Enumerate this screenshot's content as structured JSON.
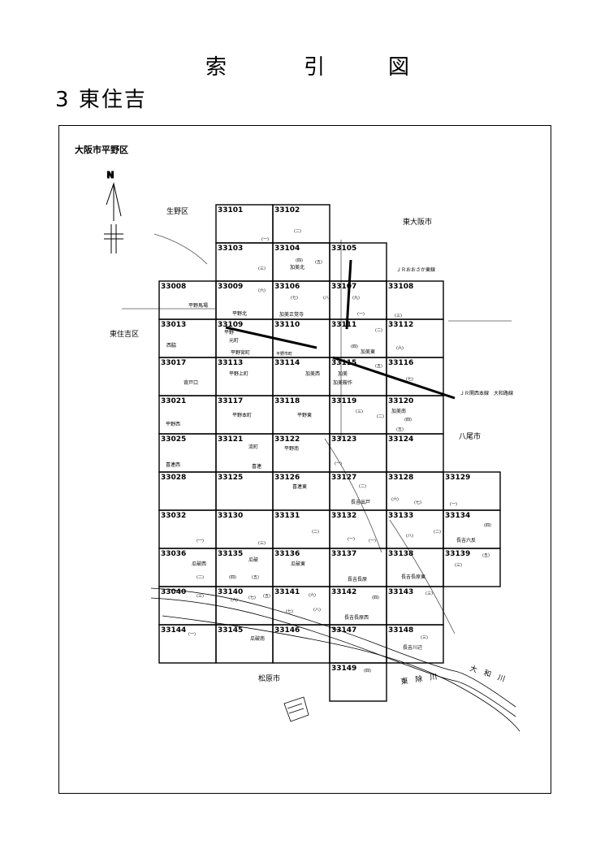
{
  "header": {
    "title_chars": [
      "索",
      "引",
      "図"
    ],
    "section_number": "3",
    "section_name": "東住吉"
  },
  "map": {
    "ward_title": "大阪市平野区",
    "north_label": "N",
    "neighbors": {
      "ikuno": "生野区",
      "higashiosaka": "東大阪市",
      "higashisumiyoshi": "東住吉区",
      "yao": "八尾市",
      "matsubara": "松原市"
    },
    "railways": {
      "osaka_higashi": "ＪＲおおさか東線",
      "kansai_main": "ＪＲ関西本線　大和路線"
    },
    "rivers": {
      "yamato": "大　和　川",
      "higashiyoke": "東　除　川"
    },
    "sheets": [
      "33101",
      "33102",
      "33103",
      "33104",
      "33105",
      "33008",
      "33009",
      "33106",
      "33107",
      "33108",
      "33013",
      "33109",
      "33110",
      "33111",
      "33112",
      "33017",
      "33113",
      "33114",
      "33115",
      "33116",
      "33021",
      "33117",
      "33118",
      "33119",
      "33120",
      "33025",
      "33121",
      "33122",
      "33123",
      "33124",
      "33028",
      "33125",
      "33126",
      "33127",
      "33128",
      "33129",
      "33032",
      "33130",
      "33131",
      "33132",
      "33133",
      "33134",
      "33036",
      "33135",
      "33136",
      "33137",
      "33138",
      "33139",
      "33040",
      "33140",
      "33141",
      "33142",
      "33143",
      "33144",
      "33145",
      "33146",
      "33147",
      "33148",
      "33149"
    ],
    "town_names": {
      "kami_kita": "加美北",
      "kami_shokakuji": "加美正覚寺",
      "hirano_baba": "平野馬場",
      "hirano_kita": "平野北",
      "hirano": "平野",
      "motomachi": "元町",
      "hirano_ichimachi": "平野市町",
      "hirano_miyamachi": "平野宮町",
      "nishiwaki": "西脇",
      "kami_higashi": "加美東",
      "kami_nishi": "加美西",
      "kami_kuhoji": "加美鞍作",
      "kami": "加美",
      "setoguchi": "背戸口",
      "hirano_uemachi": "平野上町",
      "hirano_nishi": "平野西",
      "hirano_honmachi": "平野本町",
      "hirano_higashi": "平野東",
      "kami_minami": "加美南",
      "ryumachi": "流町",
      "hirano_minami": "平野南",
      "kire_nishi": "喜連西",
      "kire": "喜連",
      "kire_higashi": "喜連東",
      "nagayoshi_dedo": "長吉出戸",
      "nagayoshi_rokutan": "長吉六反",
      "uriwari_nishi": "瓜破西",
      "uriwari": "瓜破",
      "uriwari_higashi": "瓜破東",
      "nagayoshi_nagahara": "長吉長原",
      "nagayoshi_nagahara_higashi": "長吉長原東",
      "nagayoshi_nagahara_nishi": "長吉長原西",
      "uriwari_minami": "瓜破南",
      "nagayoshi_kawanabe": "長吉川辺"
    },
    "chome": {
      "c1": "(一)",
      "c2": "(二)",
      "c3": "(三)",
      "c4": "(四)",
      "c5": "(五)",
      "c6": "(六)",
      "c7": "(七)",
      "c8": "(八)",
      "c9": "(九)"
    }
  }
}
